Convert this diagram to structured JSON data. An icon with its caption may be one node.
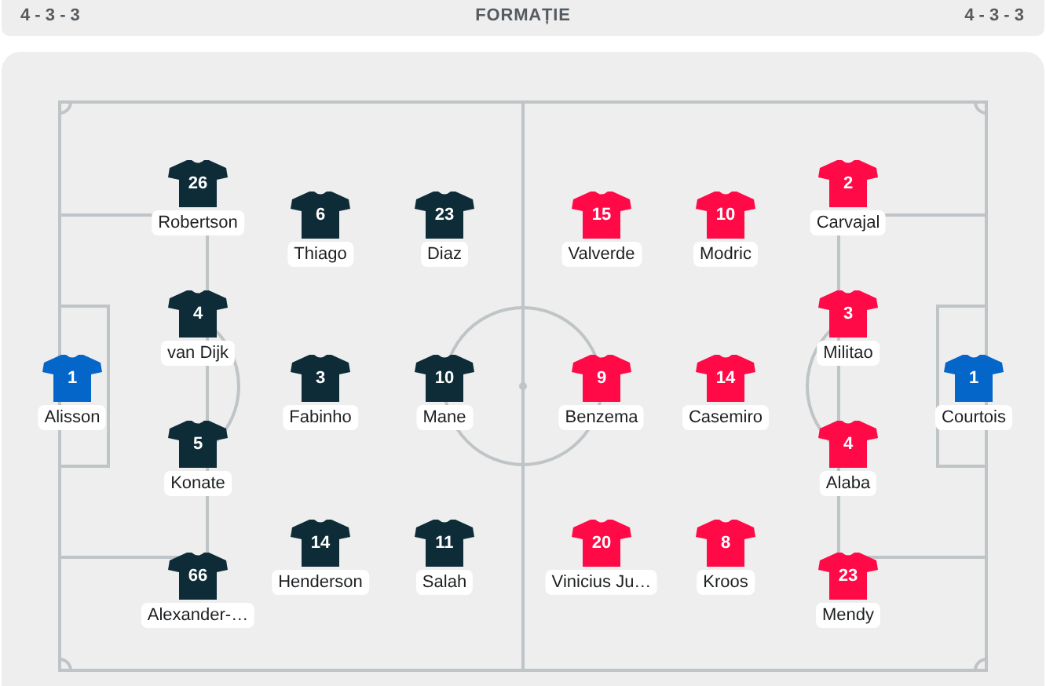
{
  "diagram": {
    "title": "FORMAȚIE",
    "nodes": [
      {
        "text": [
          "1"
        ],
        "beside": [
          "Alisson"
        ]
      },
      {
        "text": [
          "26"
        ],
        "beside": [
          "Robertson"
        ]
      },
      {
        "text": [
          "4"
        ],
        "beside": [
          "van Dijk"
        ]
      },
      {
        "text": [
          "5"
        ],
        "beside": [
          "Konate"
        ]
      },
      {
        "text": [
          "66"
        ],
        "beside": [
          "Alexander-…"
        ]
      },
      {
        "text": [
          "6"
        ],
        "beside": [
          "Thiago"
        ]
      },
      {
        "text": [
          "3"
        ],
        "beside": [
          "Fabinho"
        ]
      },
      {
        "text": [
          "14"
        ],
        "beside": [
          "Henderson"
        ]
      },
      {
        "text": [
          "23"
        ],
        "beside": [
          "Diaz"
        ]
      },
      {
        "text": [
          "10"
        ],
        "beside": [
          "Mane"
        ]
      },
      {
        "text": [
          "11"
        ],
        "beside": [
          "Salah"
        ]
      },
      {
        "text": [
          "15"
        ],
        "beside": [
          "Valverde"
        ]
      },
      {
        "text": [
          "9"
        ],
        "beside": [
          "Benzema"
        ]
      },
      {
        "text": [
          "20"
        ],
        "beside": [
          "Vinicius Ju…"
        ]
      },
      {
        "text": [
          "10"
        ],
        "beside": [
          "Modric"
        ]
      },
      {
        "text": [
          "14"
        ],
        "beside": [
          "Casemiro"
        ]
      },
      {
        "text": [
          "8"
        ],
        "beside": [
          "Kroos"
        ]
      },
      {
        "text": [
          "2"
        ],
        "beside": [
          "Carvajal"
        ]
      },
      {
        "text": [
          "3"
        ],
        "beside": [
          "Militao"
        ]
      },
      {
        "text": [
          "4"
        ],
        "beside": [
          "Alaba"
        ]
      },
      {
        "text": [
          "23"
        ],
        "beside": [
          "Mendy"
        ]
      },
      {
        "text": [
          "1"
        ],
        "beside": [
          "Courtois"
        ]
      }
    ],
    "labels": [
      "4 - 3 - 3",
      "4 - 3 - 3"
    ]
  }
}
